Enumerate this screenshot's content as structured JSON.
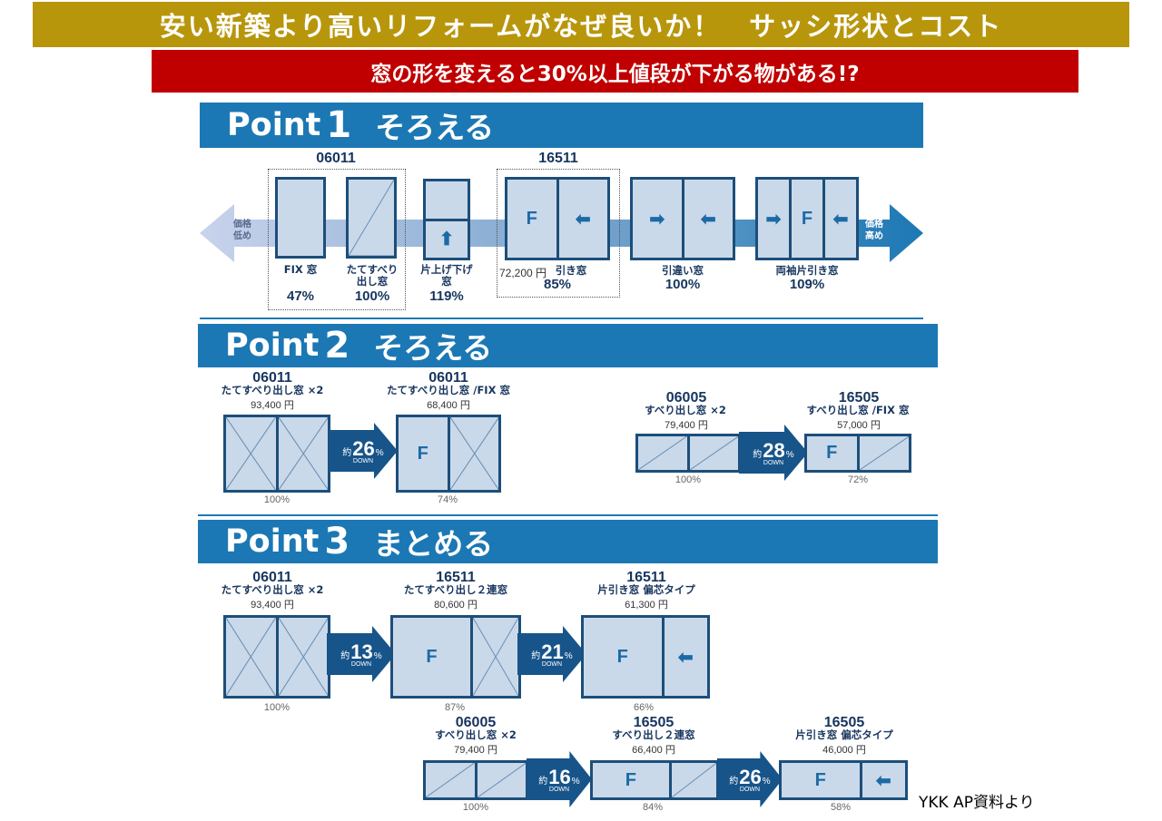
{
  "header": {
    "title": "安い新築より高いリフォームがなぜ良いか！　サッシ形状とコスト",
    "subtitle": "窓の形を変えると30%以上値段が下がる物がある!?"
  },
  "point1": {
    "label": "Point",
    "num": "1",
    "title": "そろえる",
    "left_arrow": "価格\n低め",
    "right_arrow": "価格\n高め",
    "code_a": "06011",
    "code_b": "16511",
    "items": [
      {
        "name": "FIX 窓",
        "pct": "47%"
      },
      {
        "name": "たてすべり\n出し窓",
        "pct": "100%"
      },
      {
        "name": "片上げ下げ\n窓",
        "pct": "119%"
      },
      {
        "name": "引き窓",
        "pct": "85%",
        "price": "72,200 円"
      },
      {
        "name": "引違い窓",
        "pct": "100%"
      },
      {
        "name": "両袖片引き窓",
        "pct": "109%"
      }
    ]
  },
  "point2": {
    "label": "Point",
    "num": "2",
    "title": "そろえる",
    "left": {
      "from": {
        "code": "06011",
        "name": "たてすべり出し窓 ×2",
        "price": "93,400 円",
        "pct": "100%"
      },
      "to": {
        "code": "06011",
        "name": "たてすべり出し窓 /FIX 窓",
        "price": "68,400 円",
        "pct": "74%"
      },
      "down": "26"
    },
    "right": {
      "from": {
        "code": "06005",
        "name": "すべり出し窓 ×2",
        "price": "79,400 円",
        "pct": "100%"
      },
      "to": {
        "code": "16505",
        "name": "すべり出し窓 /FIX 窓",
        "price": "57,000 円",
        "pct": "72%"
      },
      "down": "28"
    }
  },
  "point3": {
    "label": "Point",
    "num": "3",
    "title": "まとめる",
    "row1": [
      {
        "code": "06011",
        "name": "たてすべり出し窓 ×2",
        "price": "93,400 円",
        "pct": "100%"
      },
      {
        "code": "16511",
        "name": "たてすべり出し２連窓",
        "price": "80,600 円",
        "pct": "87%"
      },
      {
        "code": "16511",
        "name": "片引き窓 偏芯タイプ",
        "price": "61,300 円",
        "pct": "66%"
      }
    ],
    "row1_down": [
      "13",
      "21"
    ],
    "row2": [
      {
        "code": "06005",
        "name": "すべり出し窓 ×2",
        "price": "79,400 円",
        "pct": "100%"
      },
      {
        "code": "16505",
        "name": "すべり出し２連窓",
        "price": "66,400 円",
        "pct": "84%"
      },
      {
        "code": "16505",
        "name": "片引き窓 偏芯タイプ",
        "price": "46,000 円",
        "pct": "58%"
      }
    ],
    "row2_down": [
      "16",
      "26"
    ]
  },
  "common": {
    "fix_letter": "F",
    "approx": "約",
    "percent": "%",
    "down": "DOWN"
  },
  "source": "YKK AP資料より"
}
